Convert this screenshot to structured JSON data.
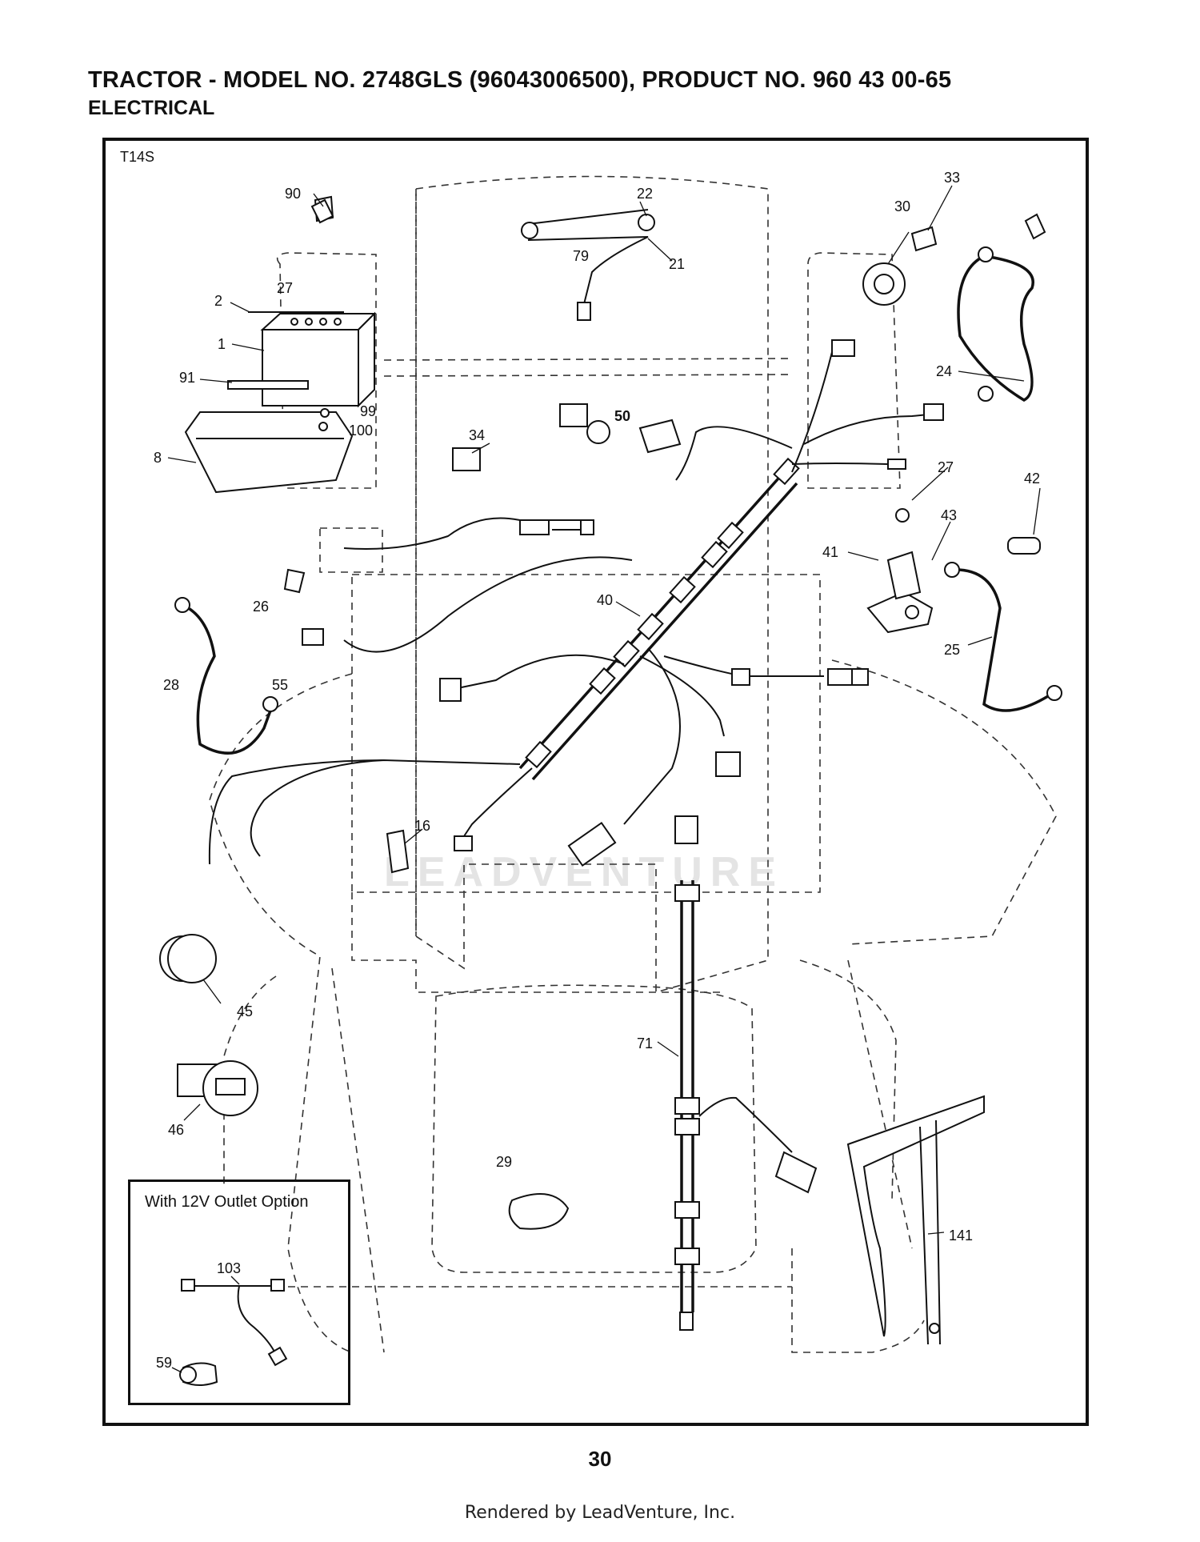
{
  "header": {
    "title": "TRACTOR - MODEL NO. 2748GLS (96043006500), PRODUCT NO. 960 43 00-65",
    "subtitle": "ELECTRICAL"
  },
  "diagram": {
    "sheet_code": "T14S",
    "callouts": {
      "c1": "1",
      "c2": "2",
      "c8": "8",
      "c16": "16",
      "c21": "21",
      "c22": "22",
      "c24": "24",
      "c25": "25",
      "c26": "26",
      "c27a": "27",
      "c27b": "27",
      "c28": "28",
      "c29": "29",
      "c30": "30",
      "c33": "33",
      "c34": "34",
      "c40": "40",
      "c41": "41",
      "c42": "42",
      "c43": "43",
      "c45": "45",
      "c46": "46",
      "c50": "50",
      "c55": "55",
      "c71": "71",
      "c79": "79",
      "c90": "90",
      "c91": "91",
      "c99": "99",
      "c100": "100",
      "c141": "141"
    },
    "inset": {
      "title": "With 12V Outlet Option",
      "callouts": {
        "c103": "103",
        "c59": "59"
      }
    },
    "watermark": "LEADVENTURE"
  },
  "page_number": "30",
  "footer": "Rendered by LeadVenture, Inc."
}
